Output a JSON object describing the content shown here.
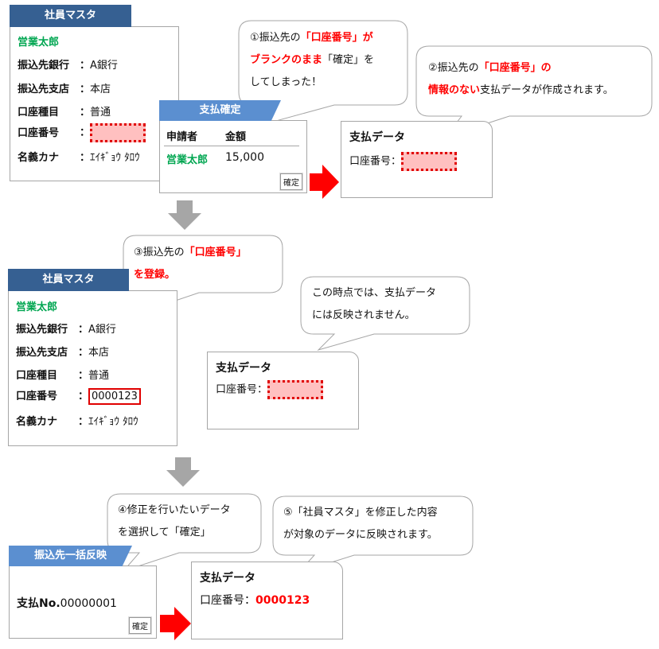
{
  "master1": {
    "title": "社員マスタ",
    "name": "営業太郎",
    "rows": [
      {
        "label": "振込先銀行",
        "value": "A銀行"
      },
      {
        "label": "振込先支店",
        "value": "本店"
      },
      {
        "label": "口座種目",
        "value": "普通"
      },
      {
        "label": "口座番号",
        "value": ""
      },
      {
        "label": "名義カナ",
        "value": "ｴｲｷﾞｮｳ ﾀﾛｳ"
      }
    ],
    "colon": "："
  },
  "confirm": {
    "title": "支払確定",
    "col_applicant": "申請者",
    "col_amount": "金額",
    "applicant": "営業太郎",
    "amount": "15,000",
    "button": "確定"
  },
  "payment1": {
    "title": "支払データ",
    "account_label": "口座番号："
  },
  "bubble1": {
    "prefix": "①振込先の",
    "red1": "「口座番号」が",
    "red2": "ブランクのまま",
    "mid": "「確定」を",
    "end": "してしまった！"
  },
  "bubble2": {
    "prefix": "②振込先の",
    "red1": "「口座番号」の",
    "red2": "情報のない",
    "end": "支払データが作成されます。"
  },
  "bubble3": {
    "prefix": "③振込先の",
    "red1": "「口座番号」",
    "red2": "を登録。"
  },
  "master2": {
    "title": "社員マスタ",
    "name": "営業太郎",
    "rows": [
      {
        "label": "振込先銀行",
        "value": "A銀行"
      },
      {
        "label": "振込先支店",
        "value": "本店"
      },
      {
        "label": "口座種目",
        "value": "普通"
      },
      {
        "label": "口座番号",
        "value": "0000123"
      },
      {
        "label": "名義カナ",
        "value": "ｴｲｷﾞｮｳ ﾀﾛｳ"
      }
    ],
    "colon": "："
  },
  "bubble4": {
    "line1": "この時点では、支払データ",
    "line2": "には反映されません。"
  },
  "payment2": {
    "title": "支払データ",
    "account_label": "口座番号："
  },
  "bubble5": {
    "line1": "④修正を行いたいデータ",
    "line2": "を選択して「確定」"
  },
  "bubble6": {
    "line1": "⑤「社員マスタ」を修正した内容",
    "line2": "が対象のデータに反映されます。"
  },
  "bulk": {
    "title": "振込先一括反映",
    "no_label": "支払No.",
    "no_value": "00000001",
    "button": "確定"
  },
  "payment3": {
    "title": "支払データ",
    "account_label": "口座番号：",
    "account_value": "0000123"
  }
}
